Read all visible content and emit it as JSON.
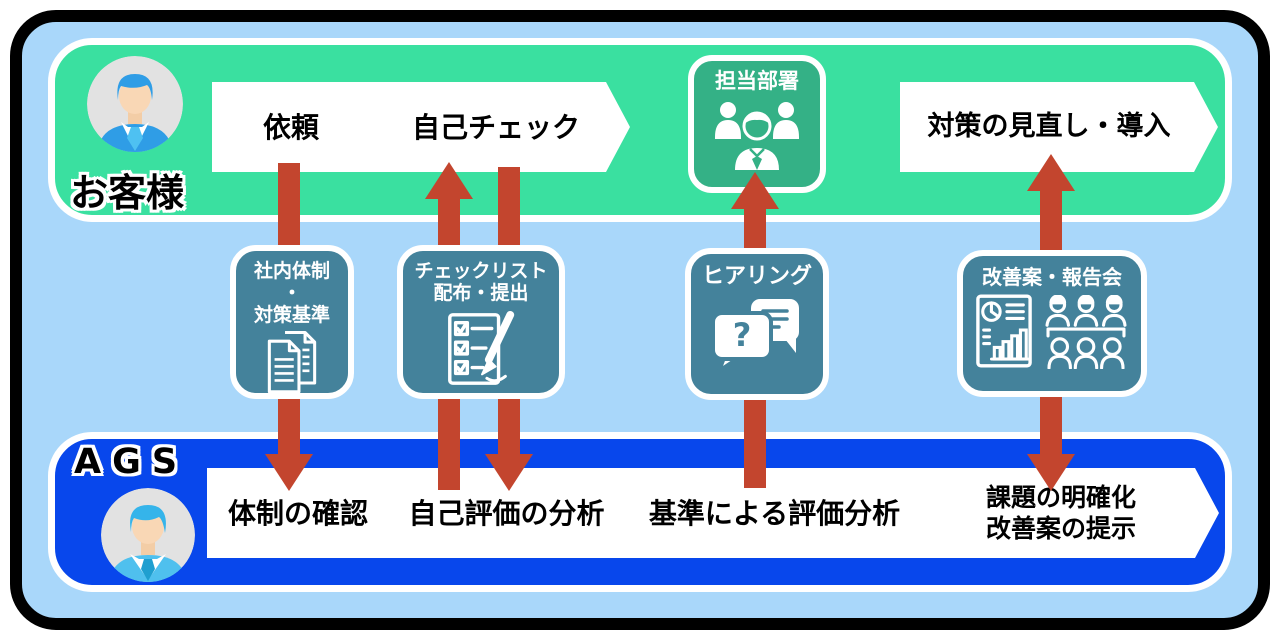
{
  "customer_lane": {
    "label": "お客様",
    "step_request": "依頼",
    "step_self_check": "自己チェック",
    "step_review": "対策の見直し・導入",
    "department_box_label": "担当部署"
  },
  "middle_row": {
    "box_internal_line1": "社内体制",
    "box_internal_line2": "・",
    "box_internal_line3": "対策基準",
    "box_checklist_line1": "チェックリスト",
    "box_checklist_line2": "配布・提出",
    "box_hearing_label": "ヒアリング",
    "box_report_label": "改善案・報告会",
    "hearing_question_mark": "?"
  },
  "ags_lane": {
    "label": "AGS",
    "step_structure": "体制の確認",
    "step_self_eval": "自己評価の分析",
    "step_standard_eval": "基準による評価分析",
    "step_issues_line1": "課題の明確化",
    "step_issues_line2": "改善案の提示"
  },
  "icons": {
    "box_internal": "documents-icon",
    "box_checklist": "checklist-pen-icon",
    "box_hearing": "speech-bubbles-icon",
    "box_report": "report-chart-icon + meeting-icon",
    "department": "department-people-icon",
    "customer": "customer-avatar",
    "ags": "ags-avatar"
  },
  "colors": {
    "page_background": "#ffffff",
    "inner_background": "#a9d7fa",
    "frame": "#000000",
    "customer_band": "#3ae0a0",
    "ags_band": "#0847ec",
    "process_box": "#44829b",
    "department_box": "#34b186",
    "arrow": "#c3452e",
    "step_background": "#ffffff",
    "step_text": "#000000",
    "box_text": "#ffffff"
  }
}
